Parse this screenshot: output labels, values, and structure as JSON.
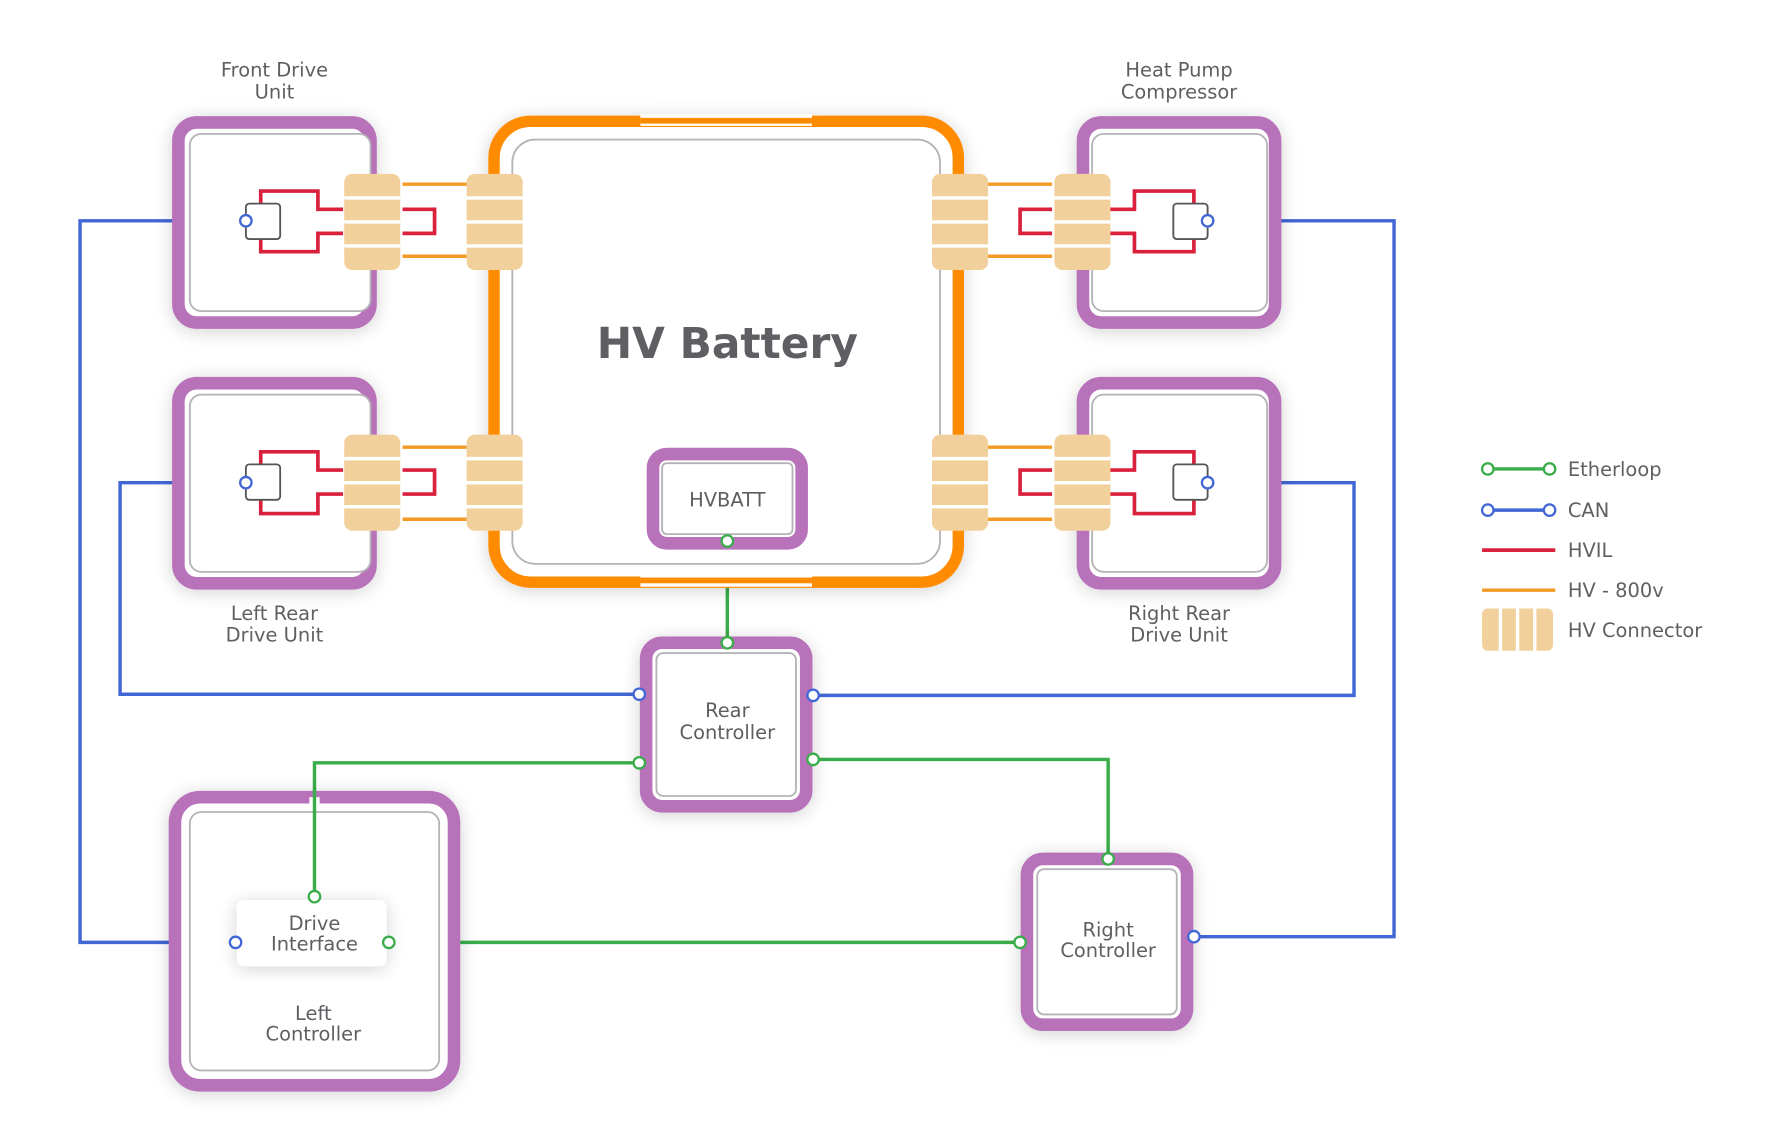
{
  "diagram": {
    "battery": {
      "label": "HV Battery",
      "accent": "#ff8c00"
    },
    "hvbatt": {
      "label": "HVBATT"
    },
    "front_drive_unit": {
      "label_line1": "Front Drive",
      "label_line2": "Unit"
    },
    "heat_pump": {
      "label_line1": "Heat Pump",
      "label_line2": "Compressor"
    },
    "left_rear_drive_unit": {
      "label_line1": "Left Rear",
      "label_line2": "Drive Unit"
    },
    "right_rear_drive_unit": {
      "label_line1": "Right Rear",
      "label_line2": "Drive Unit"
    },
    "rear_controller": {
      "label_line1": "Rear",
      "label_line2": "Controller"
    },
    "left_controller": {
      "label_line1": "Left",
      "label_line2": "Controller"
    },
    "drive_interface": {
      "label_line1": "Drive",
      "label_line2": "Interface"
    },
    "right_controller": {
      "label_line1": "Right",
      "label_line2": "Controller"
    }
  },
  "legend": {
    "items": [
      {
        "label": "Etherloop",
        "color": "#39ad4a"
      },
      {
        "label": "CAN",
        "color": "#4166d5"
      },
      {
        "label": "HVIL",
        "color": "#d9203c"
      },
      {
        "label": "HV - 800v",
        "color": "#f39a24"
      },
      {
        "label": "HV Connector",
        "color": "#f2d09c"
      }
    ]
  },
  "colors": {
    "module_frame": "#b872ba",
    "battery_frame": "#ff8c00"
  }
}
